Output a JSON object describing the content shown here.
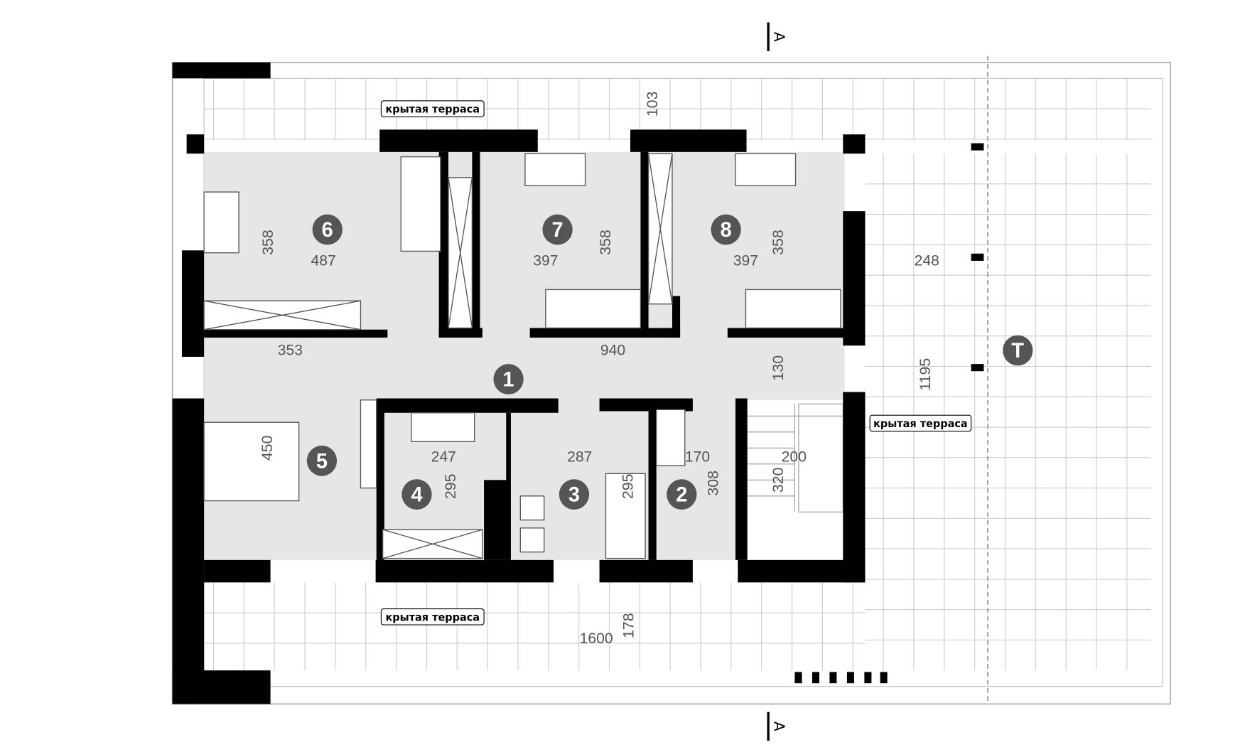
{
  "plan": {
    "terrace_labels": [
      "крытая терраса",
      "крытая терраса",
      "крытая терраса"
    ],
    "section_marker": "A",
    "section_marker_bottom": "A",
    "terrace_marker": "T",
    "rooms": [
      "1",
      "2",
      "3",
      "4",
      "5",
      "6",
      "7",
      "8"
    ],
    "dimensions": {
      "d103": "103",
      "d358a": "358",
      "d487": "487",
      "d397a": "397",
      "d358b": "358",
      "d397b": "397",
      "d358c": "358",
      "d248": "248",
      "d353": "353",
      "d940": "940",
      "d130": "130",
      "d1195": "1195",
      "d450": "450",
      "d247": "247",
      "d287": "287",
      "d170": "170",
      "d200": "200",
      "d295a": "295",
      "d295b": "295",
      "d308": "308",
      "d320": "320",
      "d1600": "1600",
      "d178": "178"
    },
    "colors": {
      "wall": "#000000",
      "floor": "#e6e6e6",
      "room_badge": "#555555"
    }
  }
}
